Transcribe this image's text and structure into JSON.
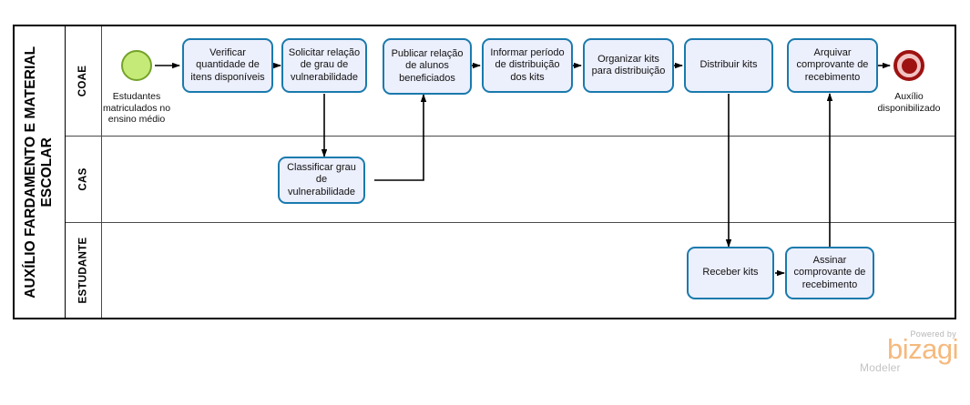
{
  "diagram": {
    "type": "bpmn-process",
    "pool_title": "AUXÍLIO FARDAMENTO E MATERIAL ESCOLAR",
    "pool_title_line1": "AUXÍLIO FARDAMENTO E MATERIAL",
    "pool_title_line2": "ESCOLAR",
    "lanes": [
      {
        "id": "coae",
        "label": "COAE"
      },
      {
        "id": "cas",
        "label": "CAS"
      },
      {
        "id": "estudante",
        "label": "ESTUDANTE"
      }
    ],
    "events": [
      {
        "id": "start",
        "kind": "start-event",
        "label": "Estudantes\nmatriculados no\nensino médio",
        "lane": "coae",
        "color": "#c6ea77",
        "border_color": "#74a22a"
      },
      {
        "id": "end",
        "kind": "end-event",
        "label": "Auxílio\ndisponibilizado",
        "lane": "coae",
        "color": "#9e1212",
        "border_color": "#9e1212"
      }
    ],
    "tasks": [
      {
        "id": "t1",
        "label": "Verificar quantidade de itens disponíveis",
        "lane": "coae"
      },
      {
        "id": "t2",
        "label": "Solicitar relação de grau de vulnerabilidade",
        "lane": "coae"
      },
      {
        "id": "t3",
        "label": "Publicar relação de alunos beneficiados",
        "lane": "coae"
      },
      {
        "id": "t4",
        "label": "Informar período de distribuição dos kits",
        "lane": "coae"
      },
      {
        "id": "t5",
        "label": "Organizar kits para distribuição",
        "lane": "coae"
      },
      {
        "id": "t6",
        "label": "Distribuir kits",
        "lane": "coae"
      },
      {
        "id": "t7",
        "label": "Arquivar comprovante de recebimento",
        "lane": "coae"
      },
      {
        "id": "t8",
        "label": "Classificar grau de vulnerabilidade",
        "lane": "cas"
      },
      {
        "id": "t9",
        "label": "Receber kits",
        "lane": "estudante"
      },
      {
        "id": "t10",
        "label": "Assinar comprovante de recebimento",
        "lane": "estudante"
      }
    ],
    "flows": [
      {
        "from": "start",
        "to": "t1"
      },
      {
        "from": "t1",
        "to": "t2"
      },
      {
        "from": "t2",
        "to": "t8"
      },
      {
        "from": "t8",
        "to": "t3"
      },
      {
        "from": "t3",
        "to": "t4"
      },
      {
        "from": "t4",
        "to": "t5"
      },
      {
        "from": "t5",
        "to": "t6"
      },
      {
        "from": "t6",
        "to": "t9"
      },
      {
        "from": "t9",
        "to": "t10"
      },
      {
        "from": "t10",
        "to": "t7"
      },
      {
        "from": "t7",
        "to": "end"
      }
    ],
    "theme": {
      "task_fill": "#eceffc",
      "task_border": "#1a7aad",
      "pool_border": "#000000",
      "lane_border": "#4a4a4a",
      "connector": "#000000"
    }
  },
  "watermark": {
    "powered_by": "Powered by",
    "brand": "bizagi",
    "product": "Modeler",
    "brand_color": "#f5b97d"
  }
}
